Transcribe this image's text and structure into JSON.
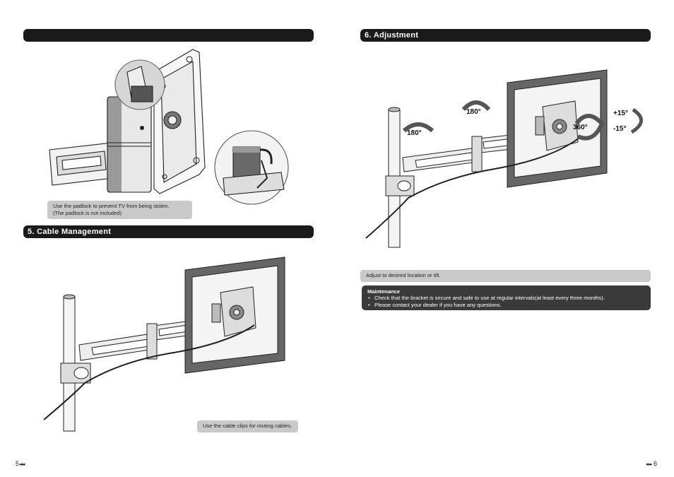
{
  "left_page": {
    "section4_title": "",
    "padlock_caption_line1": "Use the padlock to prevent TV from being stolen.",
    "padlock_caption_line2": "(The padlock is not included)",
    "section5_title": "5. Cable Management",
    "cable_caption": "Use the cable clips for routing cables.",
    "page_number": "5"
  },
  "right_page": {
    "section6_title": "6. Adjustment",
    "rotation_labels": {
      "swing_left": "180°",
      "swing_right": "180°",
      "rotate": "360°",
      "tilt_up": "+15°",
      "tilt_down": "-15°"
    },
    "adjust_caption": "Adjust to desired location or tilt.",
    "maintenance": {
      "title": "Maintenance",
      "items": [
        "Check that the bracket is secure and safe to use at regular intervals(at least every three months).",
        "Please contact your dealer if you have any questions."
      ]
    },
    "page_number": "6"
  },
  "icons": {
    "prev": "rewind-arrows-icon",
    "next": "forward-arrows-icon"
  }
}
